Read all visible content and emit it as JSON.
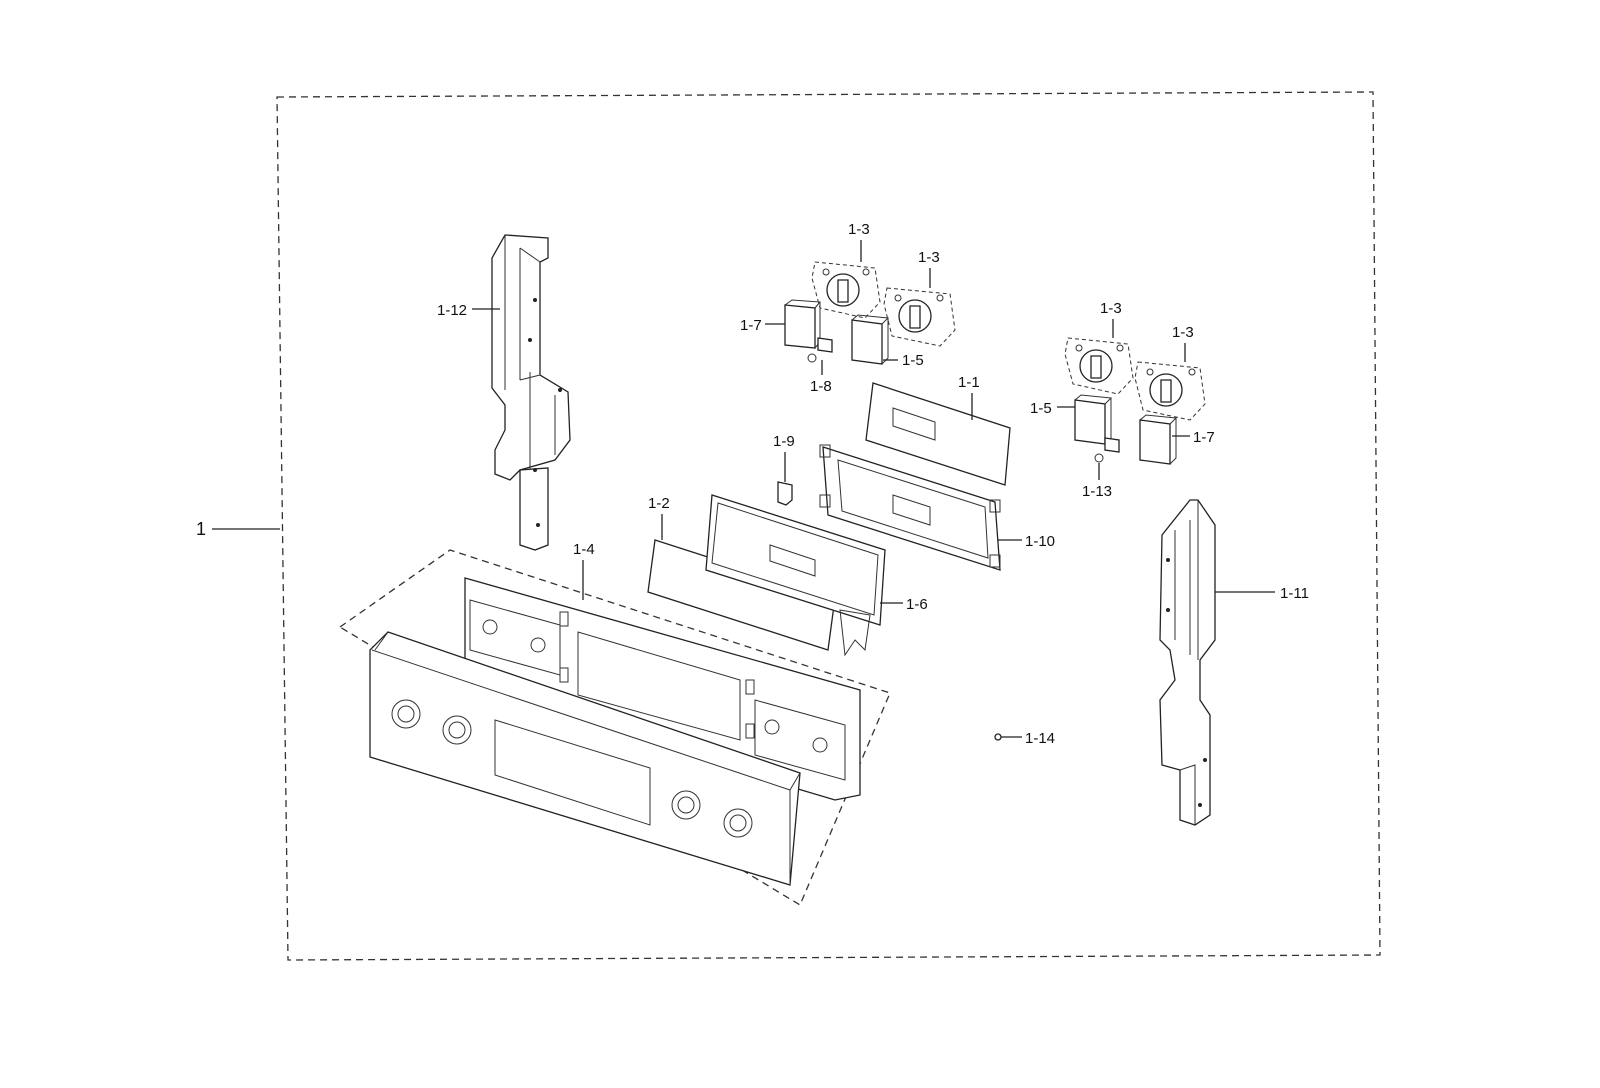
{
  "labels": {
    "assembly": "1",
    "p1_1": "1-1",
    "p1_2": "1-2",
    "p1_3a": "1-3",
    "p1_3b": "1-3",
    "p1_3c": "1-3",
    "p1_3d": "1-3",
    "p1_4": "1-4",
    "p1_5a": "1-5",
    "p1_5b": "1-5",
    "p1_6": "1-6",
    "p1_7a": "1-7",
    "p1_7b": "1-7",
    "p1_8": "1-8",
    "p1_9": "1-9",
    "p1_10": "1-10",
    "p1_11": "1-11",
    "p1_12": "1-12",
    "p1_13": "1-13",
    "p1_14": "1-14"
  }
}
